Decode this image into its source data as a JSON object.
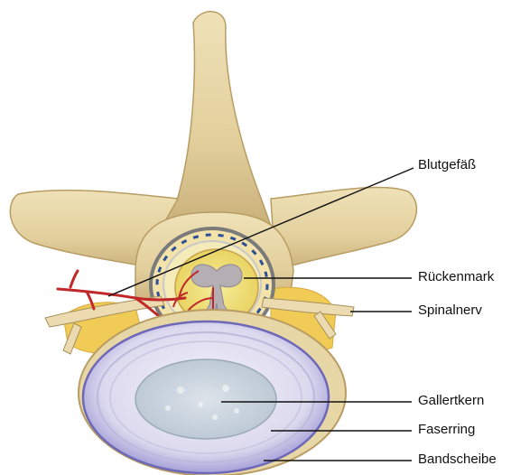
{
  "labels": {
    "blood_vessel": "Blutgefäß",
    "spinal_cord": "Rückenmark",
    "spinal_nerve": "Spinalnerv",
    "nucleus": "Gallertkern",
    "annulus": "Faserring",
    "disc": "Bandscheibe"
  },
  "colors": {
    "bone": "#e7d6a6",
    "bone_shadow": "#b89c63",
    "fat": "#f0cb55",
    "vessel": "#c0282a",
    "disc_rim": "#7d78c2",
    "disc_body": "#eceaf6",
    "nucleus": "#c8d3de"
  }
}
